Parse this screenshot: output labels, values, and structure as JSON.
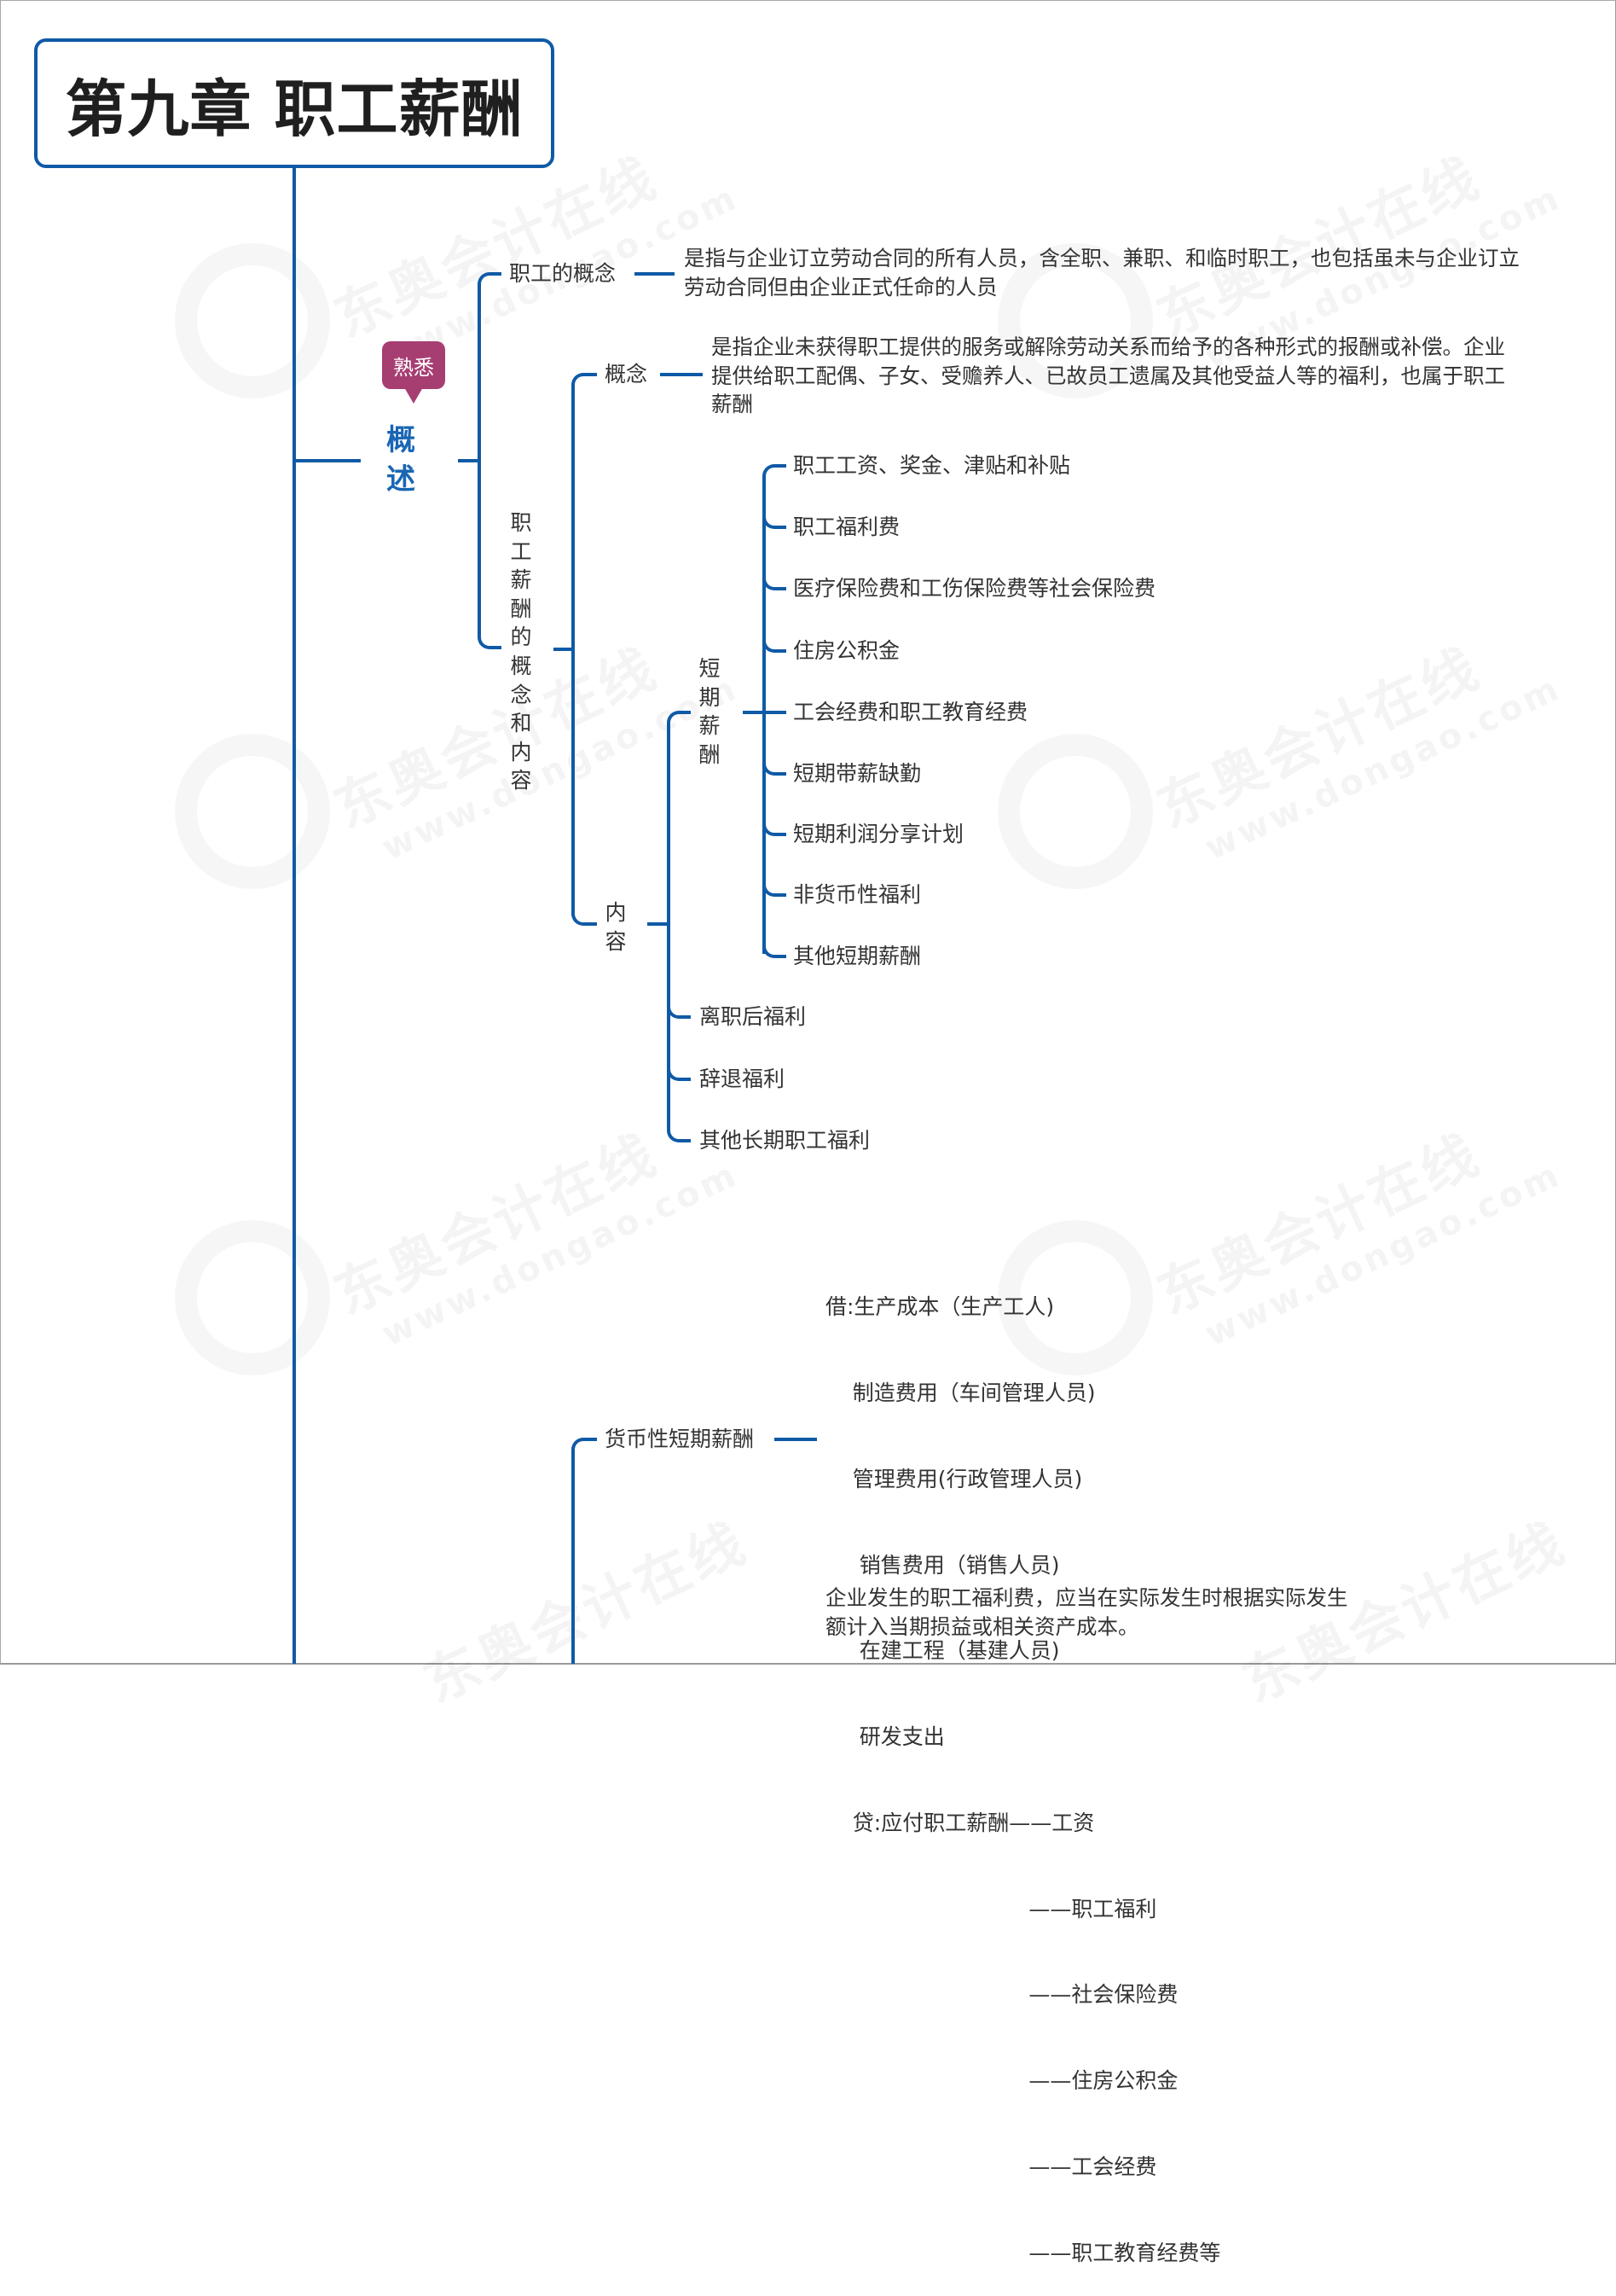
{
  "title": "第九章 职工薪酬",
  "badge": {
    "label": "熟悉",
    "color": "#a63e72"
  },
  "line_color": "#0f5aa6",
  "watermark": {
    "brand": "东奥会计在线",
    "url": "www.dongao.com"
  },
  "overview": {
    "label_chars": [
      "概",
      "述"
    ],
    "employee_concept": {
      "label": "职工的概念",
      "definition_lines": [
        "是指与企业订立劳动合同的所有人员，含全职、兼职、和临时职工，也包括虽未与企业订立",
        "劳动合同但由企业正式任命的人员"
      ]
    },
    "compensation": {
      "label_chars": [
        "职",
        "工",
        "薪",
        "酬",
        "的",
        "概",
        "念",
        "和",
        "内",
        "容"
      ],
      "concept": {
        "label": "概念",
        "definition_lines": [
          "是指企业未获得职工提供的服务或解除劳动关系而给予的各种形式的报酬或补偿。企业",
          "提供给职工配偶、子女、受赡养人、已故员工遗属及其他受益人等的福利，也属于职工",
          "薪酬"
        ]
      },
      "content": {
        "label_chars": [
          "内",
          "容"
        ],
        "short_term": {
          "label_chars": [
            "短",
            "期",
            "薪",
            "酬"
          ],
          "items": [
            "职工工资、奖金、津贴和补贴",
            "职工福利费",
            "医疗保险费和工伤保险费等社会保险费",
            "住房公积金",
            "工会经费和职工教育经费",
            "短期带薪缺勤",
            "短期利润分享计划",
            "非货币性福利",
            "其他短期薪酬"
          ]
        },
        "other_items": [
          "离职后福利",
          "辞退福利",
          "其他长期职工福利"
        ]
      }
    }
  },
  "monetary_short_term": {
    "label": "货币性短期薪酬",
    "journal_lines": [
      "借:生产成本（生产工人)",
      "    制造费用（车间管理人员)",
      "    管理费用(行政管理人员)",
      "     销售费用（销售人员)",
      "     在建工程（基建人员)",
      "     研发支出",
      "    贷:应付职工薪酬——工资",
      "                              ——职工福利",
      "                              ——社会保险费",
      "                              ——住房公积金",
      "                              ——工会经费",
      "                              ——职工教育经费等"
    ],
    "note_lines": [
      "企业发生的职工福利费，应当在实际发生时根据实际发生",
      "额计入当期损益或相关资产成本。"
    ]
  }
}
